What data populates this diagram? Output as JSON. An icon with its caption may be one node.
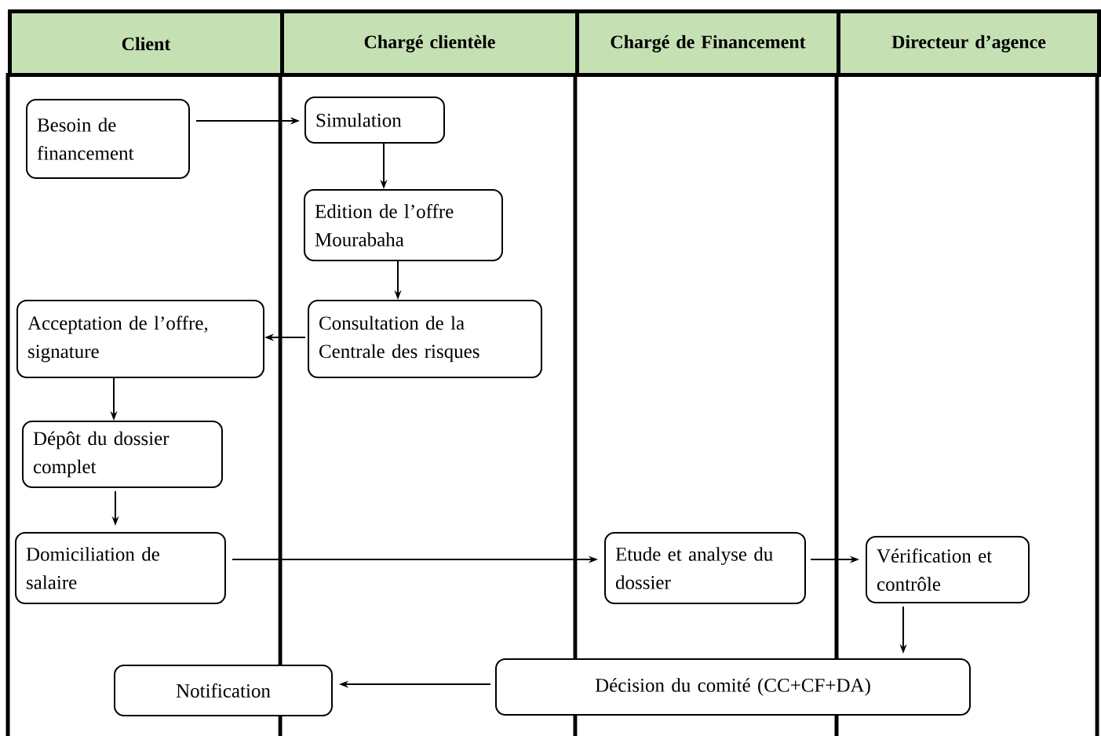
{
  "diagram": {
    "nodes": [
      {
        "text": [
          "Client"
        ]
      },
      {
        "text": [
          "Chargé clientèle"
        ]
      },
      {
        "text": [
          "Chargé de Financement"
        ]
      },
      {
        "text": [
          "Directeur d’agence"
        ]
      },
      {
        "text": [
          "Besoin de financement"
        ]
      },
      {
        "text": [
          "Simulation"
        ]
      },
      {
        "text": [
          "Edition de l’offre Mourabaha"
        ]
      },
      {
        "text": [
          "Consultation de la Centrale des risques"
        ]
      },
      {
        "text": [
          "Acceptation de l’offre, signature"
        ]
      },
      {
        "text": [
          "Dépôt du dossier complet"
        ]
      },
      {
        "text": [
          "Domiciliation de salaire"
        ]
      },
      {
        "text": [
          "Etude et analyse du dossier"
        ]
      },
      {
        "text": [
          "Vérification et contrôle"
        ]
      },
      {
        "text": [
          "Décision du comité (CC+CF+DA)"
        ]
      },
      {
        "text": [
          "Notification"
        ]
      }
    ],
    "edges": [
      {
        "from": 4,
        "to": 5,
        "arrow": "to"
      },
      {
        "from": 5,
        "to": 6,
        "arrow": "to"
      },
      {
        "from": 6,
        "to": 7,
        "arrow": "to"
      },
      {
        "from": 7,
        "to": 8,
        "arrow": "to"
      },
      {
        "from": 8,
        "to": 9,
        "arrow": "to"
      },
      {
        "from": 9,
        "to": 10,
        "arrow": "to"
      },
      {
        "from": 10,
        "to": 11,
        "arrow": "to"
      },
      {
        "from": 11,
        "to": 12,
        "arrow": "to"
      },
      {
        "from": 12,
        "to": 13,
        "arrow": "to"
      },
      {
        "from": 13,
        "to": 14,
        "arrow": "to"
      }
    ]
  }
}
